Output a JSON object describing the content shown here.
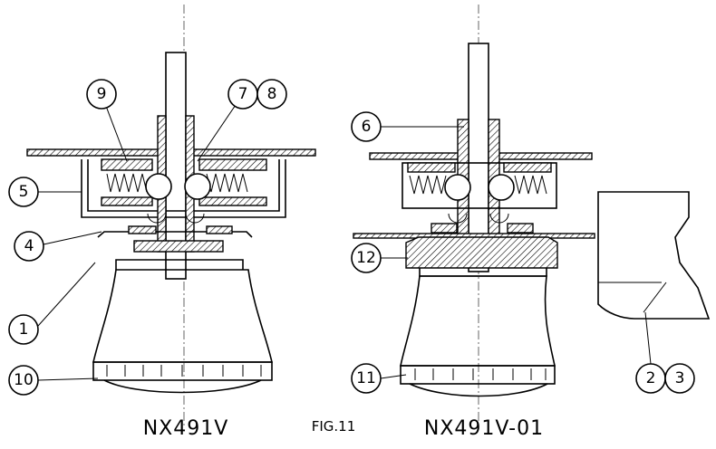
{
  "left_assembly": {
    "model": "NX491V"
  },
  "right_assembly": {
    "model": "NX491V-01"
  },
  "figure": {
    "label": "FIG.11"
  },
  "callouts": {
    "c9": "9",
    "c7": "7",
    "c8": "8",
    "c5": "5",
    "c4": "4",
    "c1": "1",
    "c10": "10",
    "c6": "6",
    "c12": "12",
    "c11": "11",
    "c2": "2",
    "c3": "3"
  }
}
